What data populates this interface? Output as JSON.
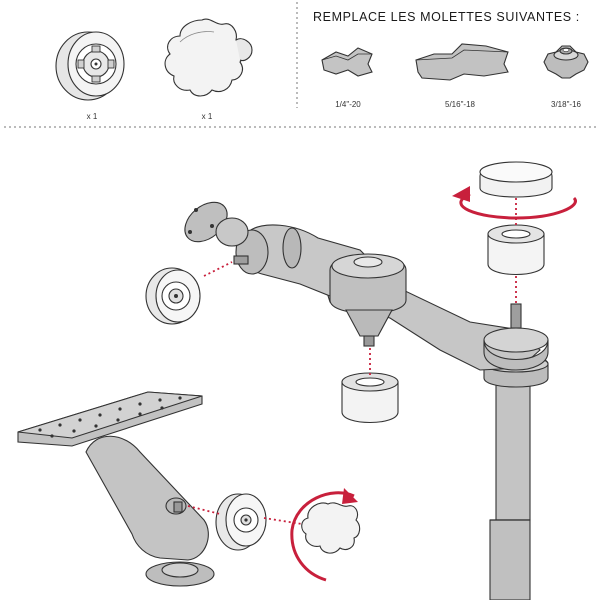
{
  "header": {
    "title": "REMPLACE LES MOLETTES SUIVANTES :"
  },
  "included_parts": [
    {
      "name": "knob-insert",
      "quantity": "x 1"
    },
    {
      "name": "star-knob",
      "quantity": "x 1"
    }
  ],
  "replaced_knobs": [
    {
      "name": "wing-knob-small",
      "size": "1/4\"-20"
    },
    {
      "name": "wing-knob-large",
      "size": "5/16\"-18"
    },
    {
      "name": "star-knob-small",
      "size": "3/18\"-16"
    }
  ],
  "colors": {
    "metal": "#c8c8c8",
    "metal_dark": "#9a9a9a",
    "metal_light": "#e2e2e2",
    "insert": "#f1f1f1",
    "arrow": "#c8203c",
    "outline": "#333333",
    "divider": "#777777"
  }
}
